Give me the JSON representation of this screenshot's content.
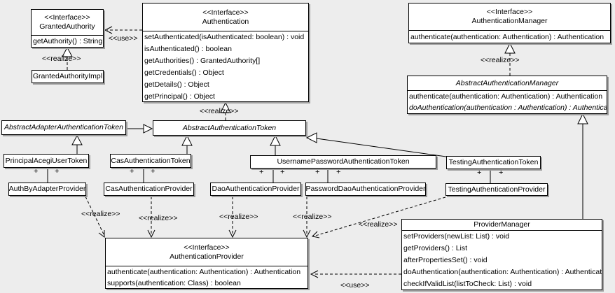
{
  "diagram": {
    "type": "uml-class-diagram",
    "background_color": "#ededed",
    "box_fill": "#ffffff",
    "box_border": "#000000",
    "shadow_color": "#9e9e9e"
  },
  "classes": {
    "granted_authority": {
      "stereotype": "<<Interface>>",
      "name": "GrantedAuthority",
      "methods": [
        "getAuthority() : String"
      ]
    },
    "granted_authority_impl": {
      "name": "GrantedAuthorityImpl"
    },
    "authentication": {
      "stereotype": "<<Interface>>",
      "name": "Authentication",
      "methods": [
        "setAuthenticated(isAuthenticated: boolean) : void",
        "isAuthenticated() : boolean",
        "getAuthorities() : GrantedAuthority[]",
        "getCredentials() : Object",
        "getDetails() : Object",
        "getPrincipal() : Object"
      ]
    },
    "authentication_manager": {
      "stereotype": "<<Interface>>",
      "name": "AuthenticationManager",
      "methods": [
        "authenticate(authentication: Authentication) : Authentication"
      ]
    },
    "abstract_authentication_manager": {
      "name": "AbstractAuthenticationManager",
      "methods": [
        "authenticate(authentication: Authentication) : Authentication",
        "doAuthentication(authentication : Authentication) : Authentication"
      ]
    },
    "abstract_adapter_authentication_token": {
      "name": "AbstractAdapterAuthenticationToken"
    },
    "abstract_authentication_token": {
      "name": "AbstractAuthenticationToken"
    },
    "principal_acegi_user_token": {
      "name": "PrincipalAcegiUserToken"
    },
    "cas_authentication_token": {
      "name": "CasAuthenticationToken"
    },
    "username_password_authentication_token": {
      "name": "UsernamePasswordAuthenticationToken"
    },
    "testing_authentication_token": {
      "name": "TestingAuthenticationToken"
    },
    "auth_by_adapter_provider": {
      "name": "AuthByAdapterProvider"
    },
    "cas_authentication_provider": {
      "name": "CasAuthenticationProvider"
    },
    "dao_authentication_provider": {
      "name": "DaoAuthenticationProvider"
    },
    "password_dao_authentication_provider": {
      "name": "PasswordDaoAuthenticationProvider"
    },
    "testing_authentication_provider": {
      "name": "TestingAuthenticationProvider"
    },
    "authentication_provider": {
      "stereotype": "<<Interface>>",
      "name": "AuthenticationProvider",
      "methods": [
        "authenticate(authentication: Authentication) : Authentication",
        "supports(authentication: Class) : boolean"
      ]
    },
    "provider_manager": {
      "name": "ProviderManager",
      "methods": [
        "setProviders(newList: List) : void",
        "getProviders() : List",
        "afterPropertiesSet() : void",
        "doAuthentication(authentication: Authentication) : Authentication",
        "checkIfValidList(listToCheck: List) : void"
      ]
    }
  },
  "edge_labels": {
    "use": "<<use>>",
    "realize": "<<realize>>",
    "plus": "+"
  }
}
